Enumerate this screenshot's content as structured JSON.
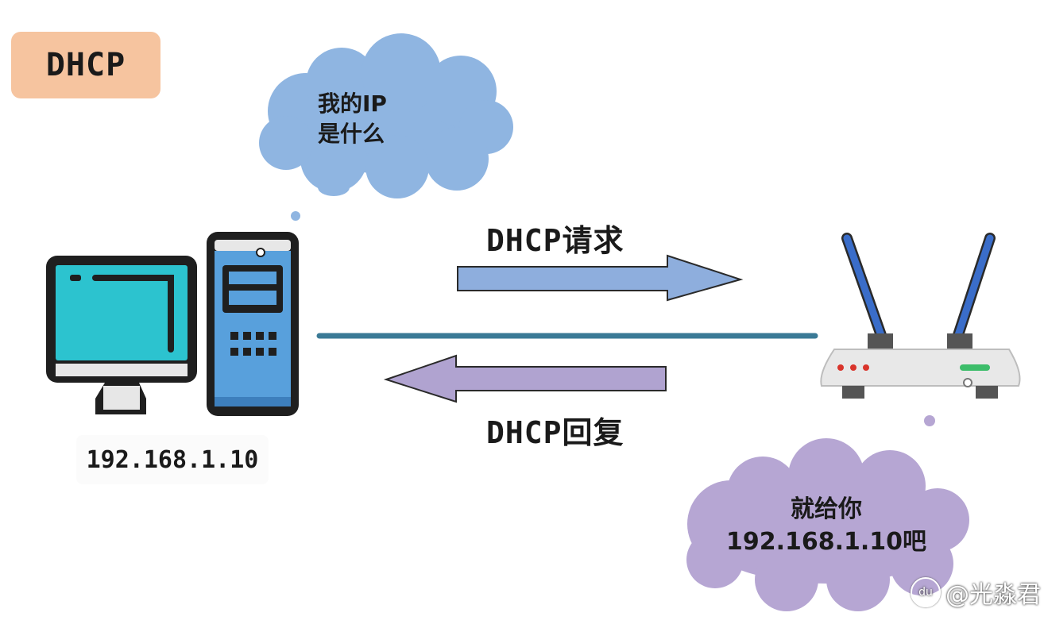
{
  "title": "DHCP",
  "request_label": "DHCP请求",
  "reply_label": "DHCP回复",
  "client_ip": "192.168.1.10",
  "client_bubble": {
    "line1": "我的IP",
    "line2": "是什么"
  },
  "server_bubble": {
    "line1": "就给你",
    "line2": "192.168.1.10吧"
  },
  "watermark": {
    "text": "@光淼君",
    "icon_text": "du"
  },
  "colors": {
    "title_badge": "#f6c49f",
    "request_arrow": "#8eaedd",
    "reply_arrow": "#b0a3d0",
    "link_line": "#3a7a96",
    "client_cloud": "#8fb5e1",
    "server_cloud": "#b6a6d3",
    "monitor_screen": "#2cc3cf",
    "tower_body": "#58a0dc",
    "antenna": "#3a6dc9",
    "router_body": "#e8e8e8"
  }
}
